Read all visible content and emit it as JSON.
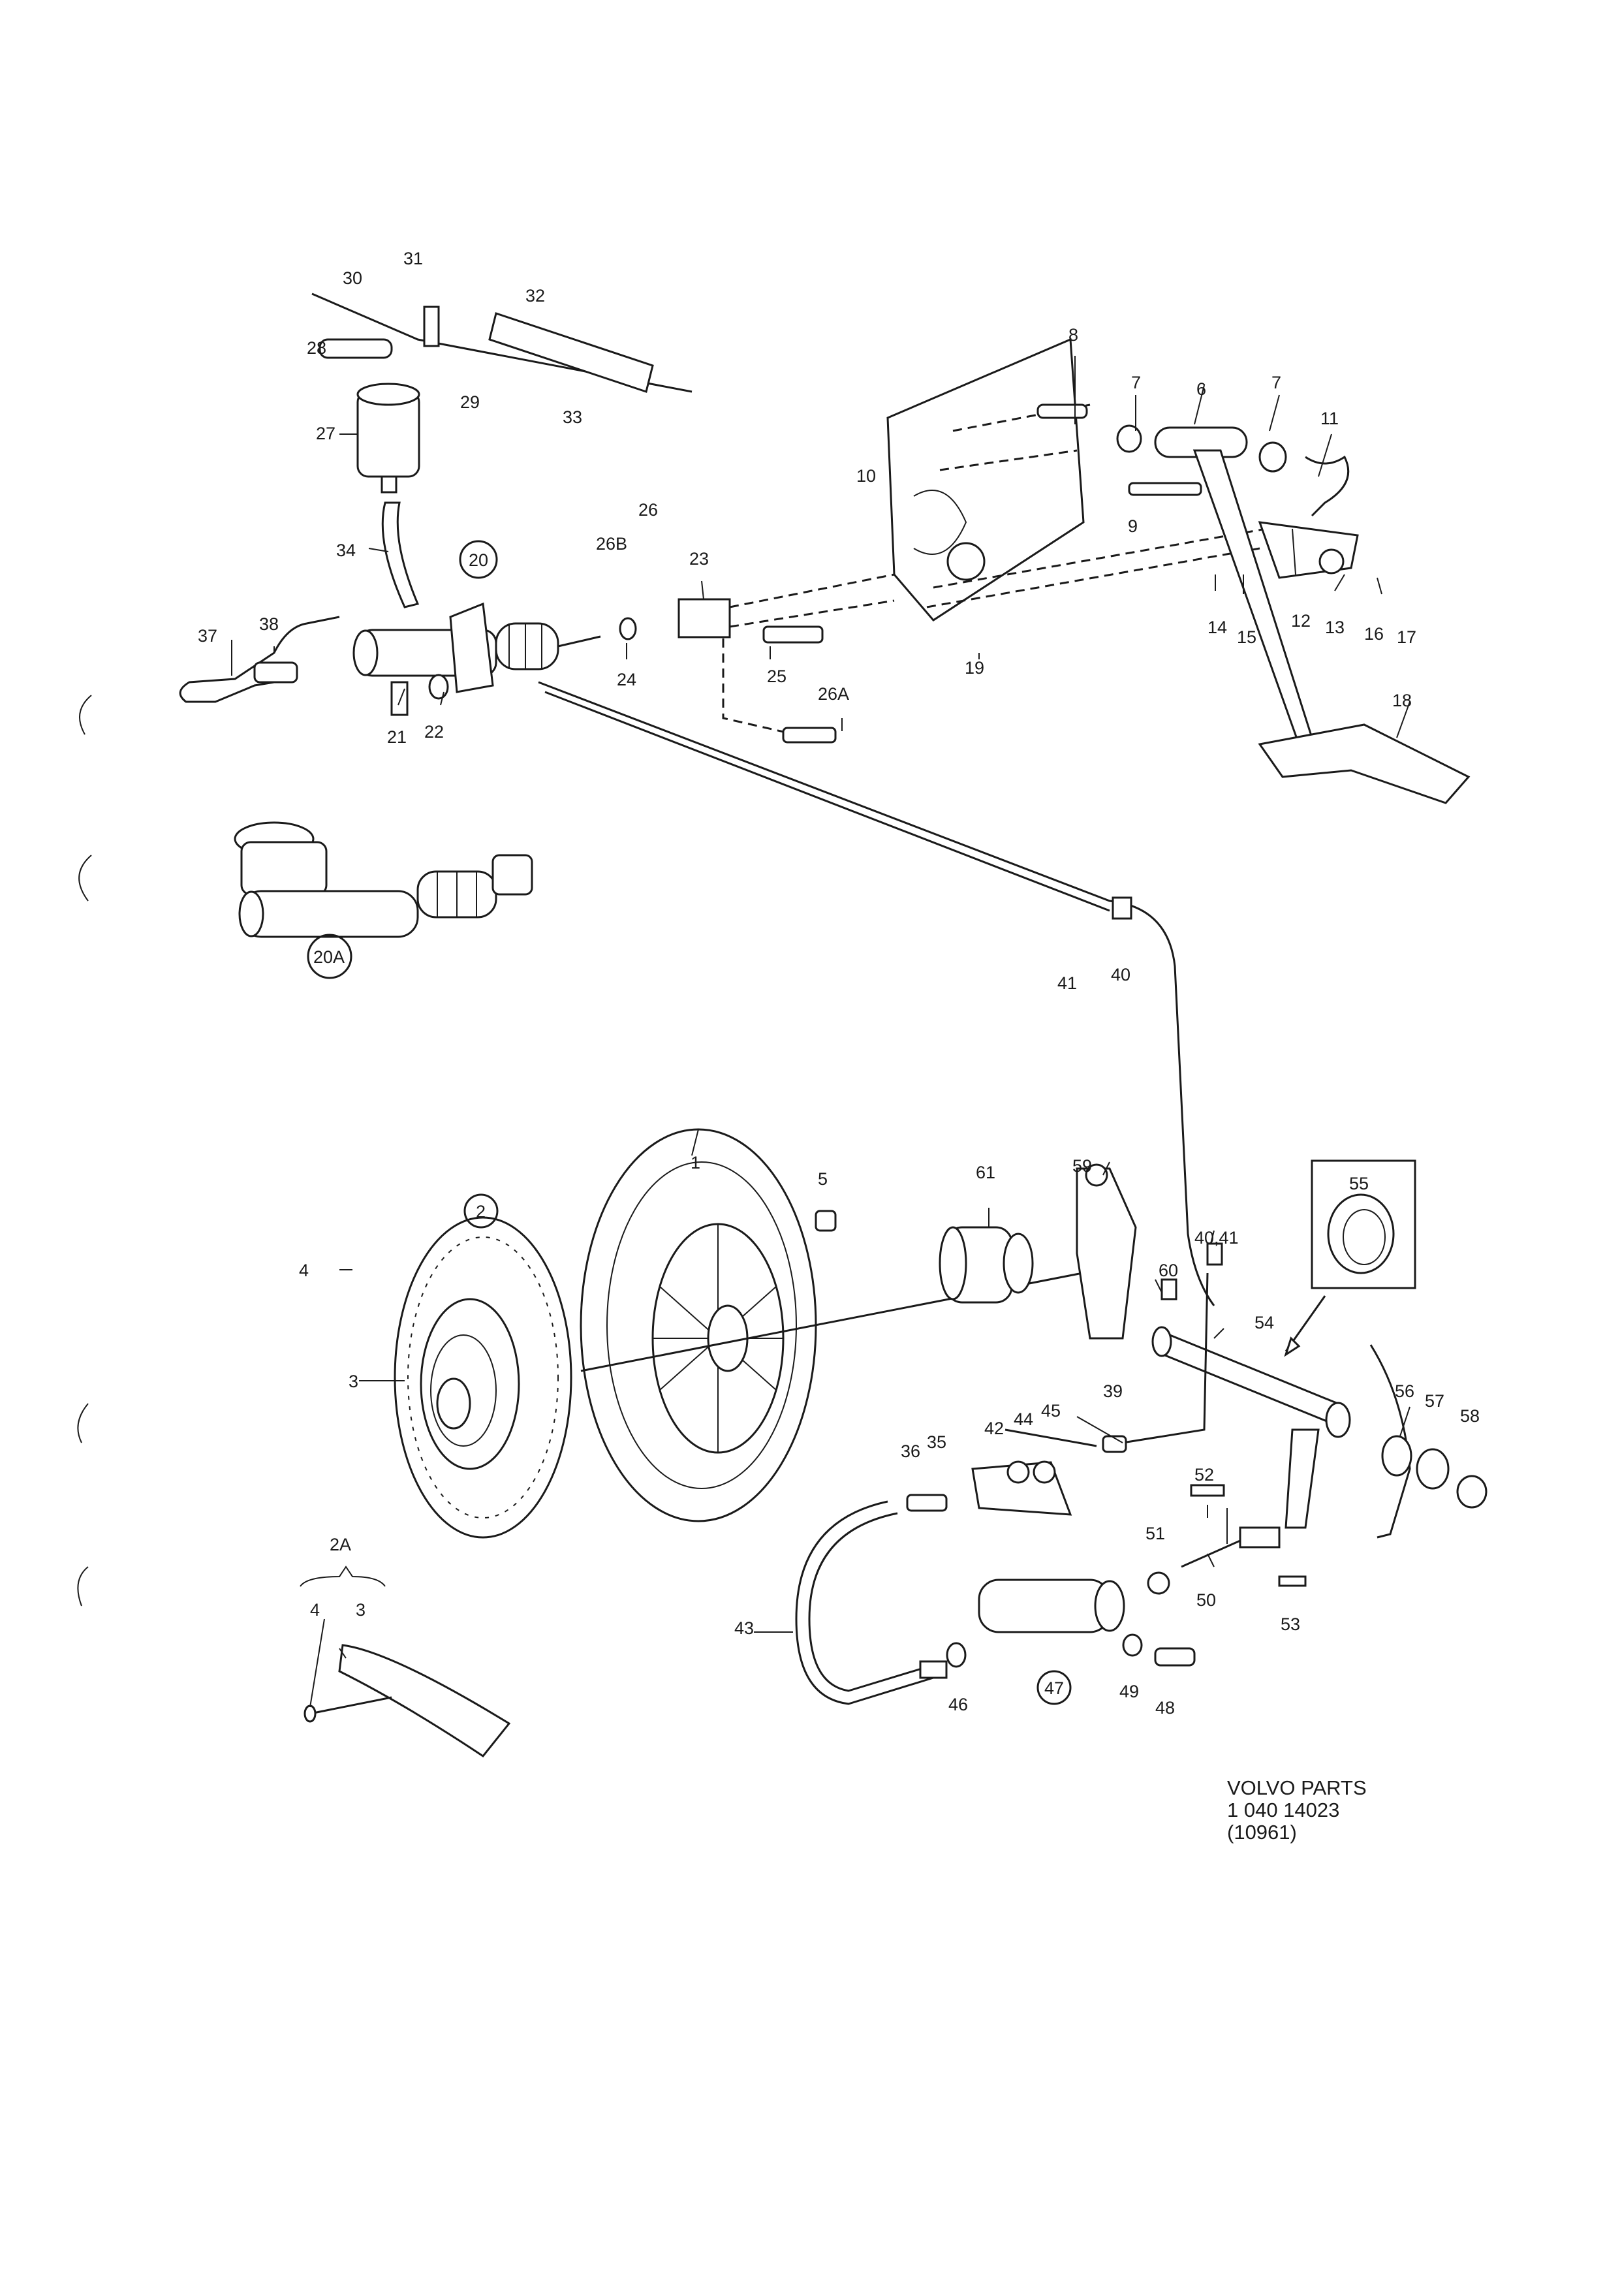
{
  "callouts": [
    "1",
    "2",
    "2A",
    "3",
    "4",
    "5",
    "6",
    "7",
    "8",
    "9",
    "10",
    "11",
    "12",
    "13",
    "14",
    "15",
    "16",
    "17",
    "18",
    "19",
    "20",
    "20A",
    "21",
    "22",
    "23",
    "24",
    "25",
    "26",
    "26A",
    "26B",
    "27",
    "28",
    "29",
    "30",
    "31",
    "32",
    "33",
    "34",
    "35",
    "36",
    "37",
    "38",
    "39",
    "40",
    "40,41",
    "41",
    "42",
    "43",
    "44",
    "45",
    "46",
    "47",
    "48",
    "49",
    "50",
    "51",
    "52",
    "53",
    "54",
    "55",
    "56",
    "57",
    "58",
    "59",
    "60",
    "61"
  ],
  "caption": {
    "line1": "VOLVO PARTS",
    "line2": "1 040 14023",
    "line3": "(10961)"
  }
}
